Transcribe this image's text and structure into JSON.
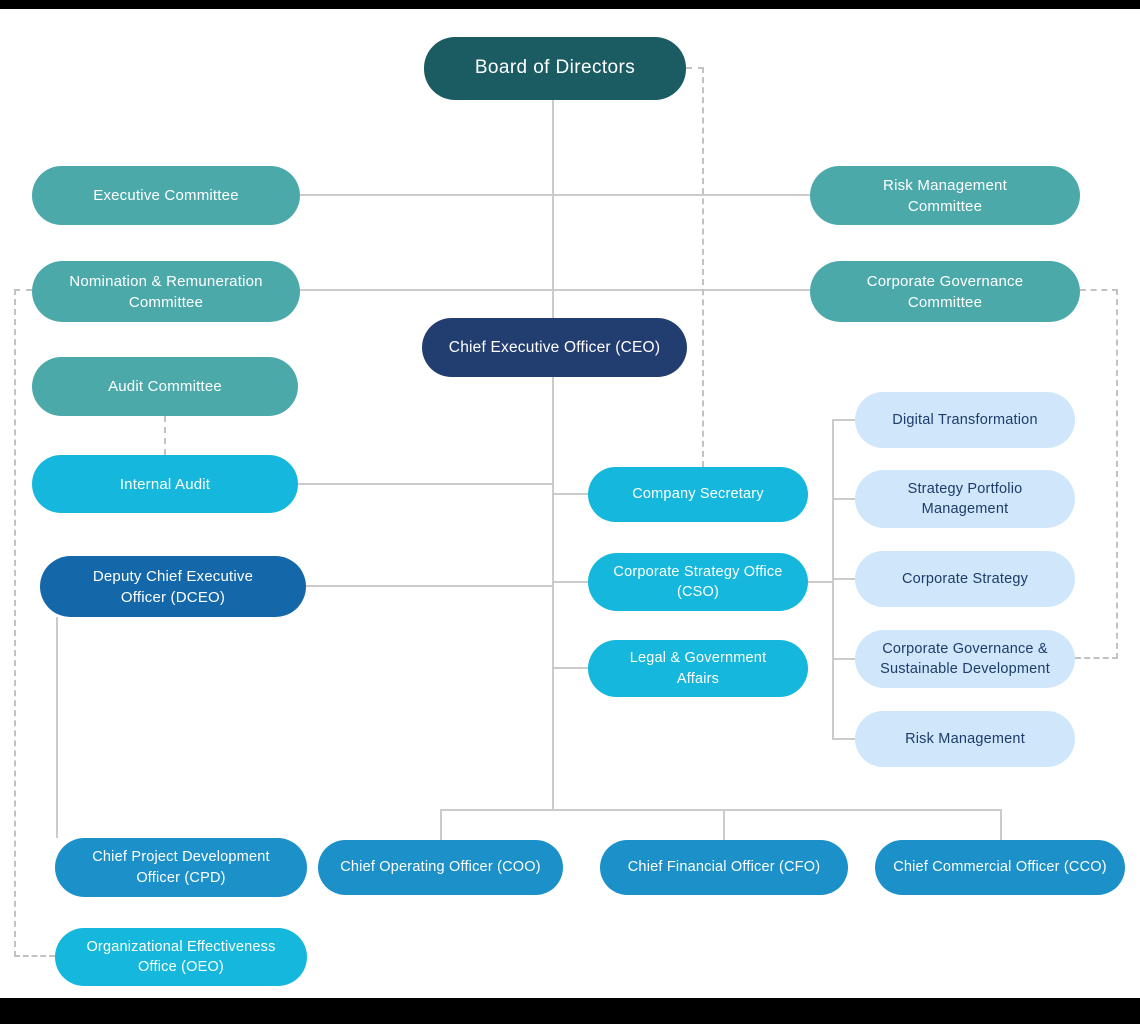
{
  "colors": {
    "board": "#1b5c62",
    "committee": "#4ca9aa",
    "ceo": "#223e70",
    "cyan": "#15b8dc",
    "deputy": "#1467a8",
    "officer": "#1b90c9",
    "light": "#cfe6fb",
    "light_text": "#1e3c69",
    "line": "#cbcbcb",
    "line_dashed": "#c2c2c2"
  },
  "nodes": {
    "board": {
      "label": "Board of Directors"
    },
    "executive_committee": {
      "label": "Executive Committee"
    },
    "risk_management_committee": {
      "label": "Risk Management Committee"
    },
    "nomination_remuneration_committee": {
      "label": "Nomination & Remuneration Committee"
    },
    "corporate_governance_committee": {
      "label": "Corporate Governance Committee"
    },
    "ceo": {
      "label": "Chief Executive Officer (CEO)"
    },
    "audit_committee": {
      "label": "Audit Committee"
    },
    "internal_audit": {
      "label": "Internal Audit"
    },
    "dceo": {
      "label": "Deputy Chief Executive Officer (DCEO)"
    },
    "company_secretary": {
      "label": "Company Secretary"
    },
    "corporate_strategy_office": {
      "label": "Corporate Strategy Office (CSO)"
    },
    "legal_government_affairs": {
      "label": "Legal & Government Affairs"
    },
    "digital_transformation": {
      "label": "Digital Transformation"
    },
    "strategy_portfolio_management": {
      "label": "Strategy Portfolio Management"
    },
    "corporate_strategy": {
      "label": "Corporate Strategy"
    },
    "corporate_governance_sustainable_development": {
      "label": "Corporate Governance & Sustainable Development"
    },
    "risk_management": {
      "label": "Risk Management"
    },
    "cpd": {
      "label": "Chief Project Development Officer (CPD)"
    },
    "coo": {
      "label": "Chief Operating Officer (COO)"
    },
    "cfo": {
      "label": "Chief Financial Officer (CFO)"
    },
    "cco": {
      "label": "Chief Commercial Officer (CCO)"
    },
    "oeo": {
      "label": "Organizational Effectiveness Office (OEO)"
    }
  }
}
